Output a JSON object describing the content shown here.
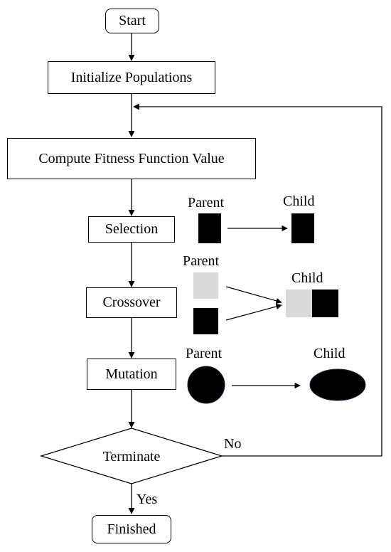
{
  "flowchart": {
    "start": "Start",
    "initialize": "Initialize Populations",
    "fitness": "Compute Fitness Function Value",
    "selection": "Selection",
    "crossover": "Crossover",
    "mutation": "Mutation",
    "terminate": "Terminate",
    "finished": "Finished",
    "no_label": "No",
    "yes_label": "Yes"
  },
  "illustrations": {
    "selection": {
      "parent": "Parent",
      "child": "Child"
    },
    "crossover": {
      "parent": "Parent",
      "child": "Child"
    },
    "mutation": {
      "parent": "Parent",
      "child": "Child"
    }
  },
  "colors": {
    "dark": "#000000",
    "light": "#d9d9d9",
    "outline": "#1a2a3a"
  }
}
